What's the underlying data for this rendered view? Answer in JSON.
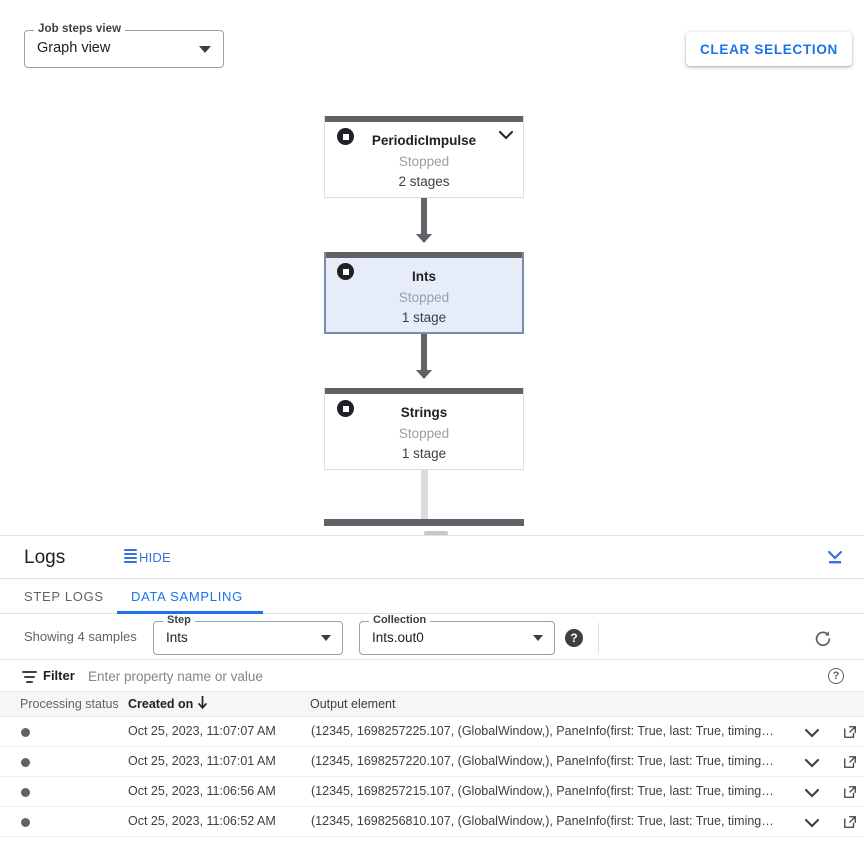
{
  "graph": {
    "view_select": {
      "label": "Job steps view",
      "value": "Graph view",
      "caret_icon": "caret-down-icon"
    },
    "clear_selection_label": "CLEAR SELECTION",
    "nodes": [
      {
        "name": "PeriodicImpulse",
        "status": "Stopped",
        "stages": "2 stages",
        "selected": false,
        "has_chevron": true,
        "icon": "stop-icon"
      },
      {
        "name": "Ints",
        "status": "Stopped",
        "stages": "1 stage",
        "selected": true,
        "has_chevron": false,
        "icon": "stop-icon"
      },
      {
        "name": "Strings",
        "status": "Stopped",
        "stages": "1 stage",
        "selected": false,
        "has_chevron": false,
        "icon": "stop-icon"
      }
    ],
    "colors": {
      "node_bar": "#5f6368",
      "selected_fill": "#e6ecf8",
      "selected_border": "#7b8ca8",
      "connector": "#5f6368",
      "connector_light": "#dadce0"
    }
  },
  "logs": {
    "title": "Logs",
    "hide_label": "HIDE",
    "hide_icon": "list-icon",
    "collapse_icon": "collapse-panel-icon",
    "tabs": [
      {
        "label": "STEP LOGS",
        "active": false
      },
      {
        "label": "DATA SAMPLING",
        "active": true
      }
    ],
    "controls": {
      "showing_text": "Showing 4 samples",
      "step": {
        "label": "Step",
        "value": "Ints"
      },
      "collection": {
        "label": "Collection",
        "value": "Ints.out0"
      },
      "help_icon": "help-icon",
      "refresh_icon": "refresh-icon"
    },
    "filter": {
      "icon": "filter-icon",
      "label": "Filter",
      "placeholder": "Enter property name or value",
      "help_icon": "help-outline-icon"
    },
    "table": {
      "columns": [
        "Processing status",
        "Created on",
        "Output element"
      ],
      "sort_column": "Created on",
      "sort_direction": "descending",
      "sort_icon": "arrow-down-icon",
      "rows": [
        {
          "status_icon": "status-dot",
          "created_on": "Oct 25, 2023, 11:07:07 AM",
          "output_element": "(12345, 1698257225.107, (GlobalWindow,), PaneInfo(first: True, last: True, timing…",
          "expand_icon": "chevron-down-icon",
          "open_icon": "open-in-new-icon"
        },
        {
          "status_icon": "status-dot",
          "created_on": "Oct 25, 2023, 11:07:01 AM",
          "output_element": "(12345, 1698257220.107, (GlobalWindow,), PaneInfo(first: True, last: True, timing…",
          "expand_icon": "chevron-down-icon",
          "open_icon": "open-in-new-icon"
        },
        {
          "status_icon": "status-dot",
          "created_on": "Oct 25, 2023, 11:06:56 AM",
          "output_element": "(12345, 1698257215.107, (GlobalWindow,), PaneInfo(first: True, last: True, timing…",
          "expand_icon": "chevron-down-icon",
          "open_icon": "open-in-new-icon"
        },
        {
          "status_icon": "status-dot",
          "created_on": "Oct 25, 2023, 11:06:52 AM",
          "output_element": "(12345, 1698256810.107, (GlobalWindow,), PaneInfo(first: True, last: True, timing…",
          "expand_icon": "chevron-down-icon",
          "open_icon": "open-in-new-icon"
        }
      ]
    }
  },
  "accent_color": "#1a73e8"
}
